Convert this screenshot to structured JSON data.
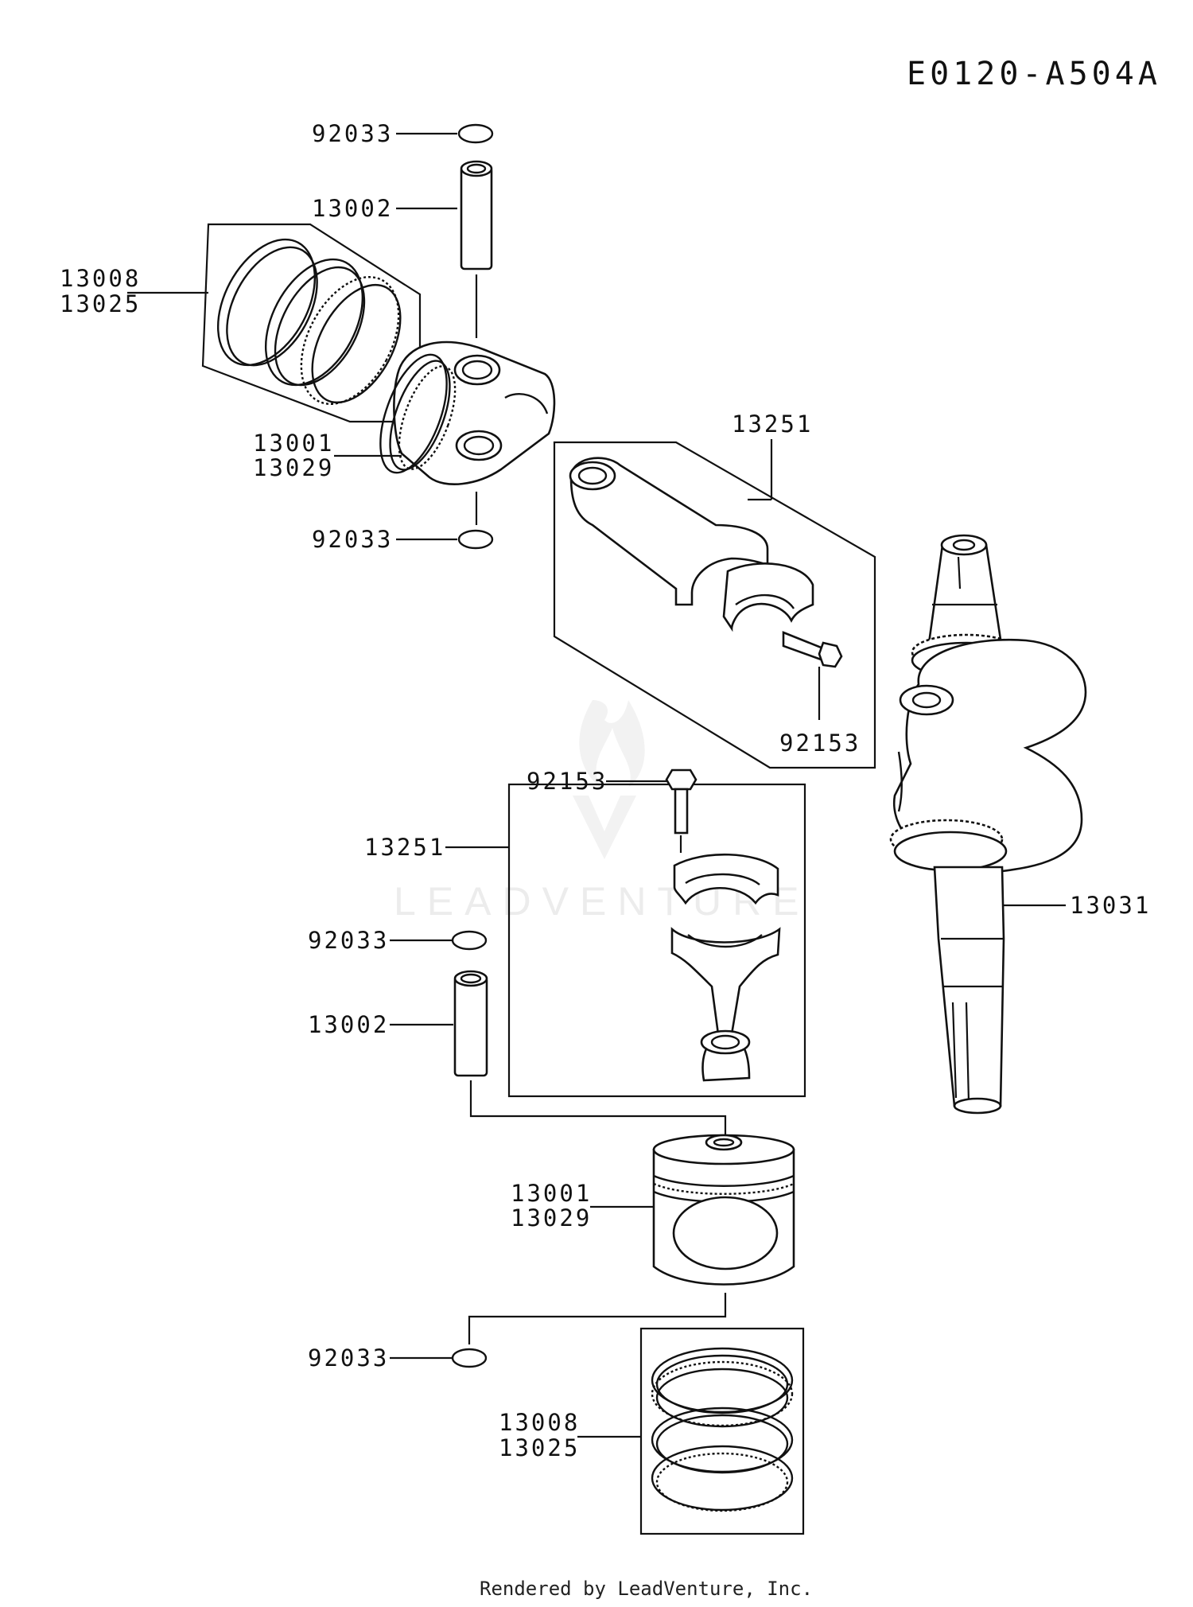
{
  "diagram": {
    "code": "E0120-A504A",
    "footer": "Rendered by LeadVenture, Inc.",
    "watermark": "LEADVENTURE",
    "labels": {
      "clip_top": "92033",
      "pin_top": "13002",
      "rings_top_a": "13008",
      "rings_top_b": "13025",
      "piston_top_a": "13001",
      "piston_top_b": "13029",
      "clip_mid": "92033",
      "rod_top": "13251",
      "bolt_top": "92153",
      "bolt_mid": "92153",
      "rod_mid": "13251",
      "crankshaft": "13031",
      "clip_low": "92033",
      "pin_low": "13002",
      "piston_low_a": "13001",
      "piston_low_b": "13029",
      "clip_bottom": "92033",
      "rings_low_a": "13008",
      "rings_low_b": "13025"
    }
  }
}
